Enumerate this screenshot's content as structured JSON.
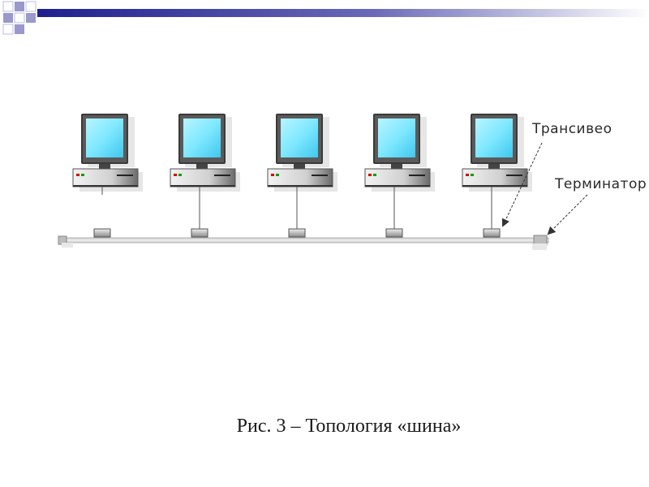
{
  "header": {
    "accent_color": "#1f1f8f",
    "squares_color": "#9999cc"
  },
  "diagram": {
    "computer_count": 5,
    "labels": {
      "transceiver": "Трансивео",
      "terminator": "Терминатор"
    },
    "colors": {
      "screen": "#7fe8ff",
      "cable": "#c8c8c8",
      "dash": "#333333"
    }
  },
  "caption": "Рис. 3 – Топология «шина»"
}
